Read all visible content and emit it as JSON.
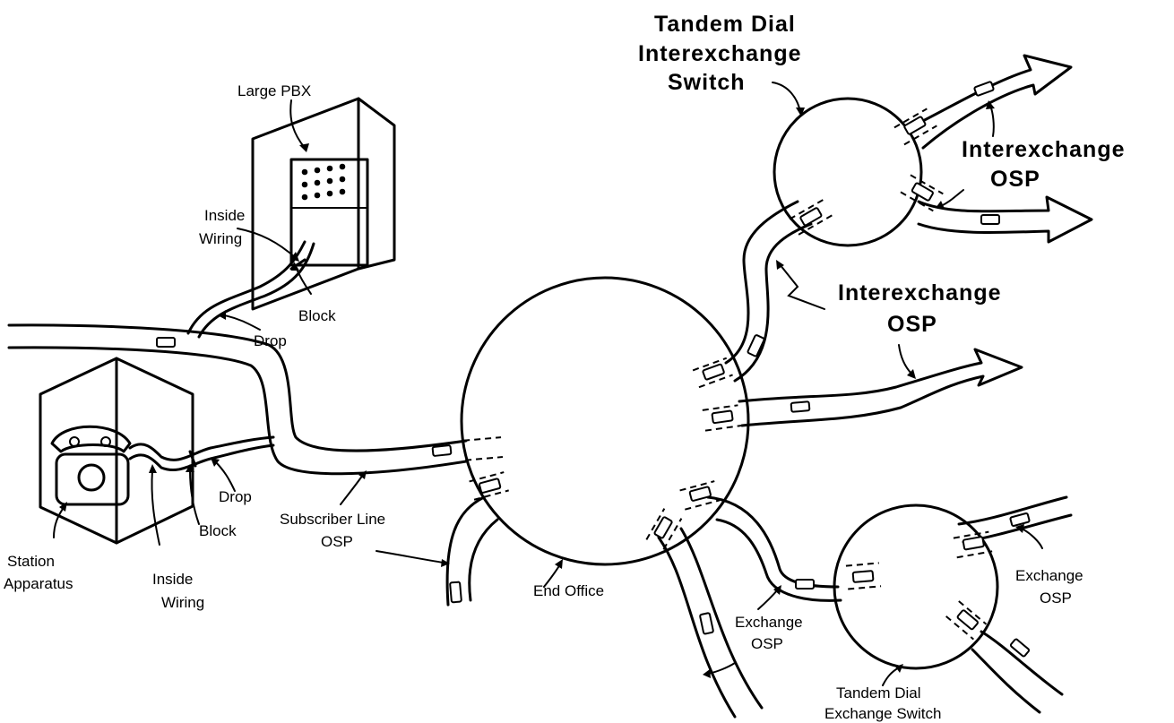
{
  "labels": {
    "tandem_interexchange_title": [
      "Tandem Dial",
      "Interexchange",
      "Switch"
    ],
    "large_pbx": "Large PBX",
    "inside_wiring_pbx": [
      "Inside",
      "Wiring"
    ],
    "block_pbx": "Block",
    "drop_pbx": "Drop",
    "interexchange_osp_upper": [
      "Interexchange",
      "OSP"
    ],
    "interexchange_osp_lower": [
      "Interexchange",
      "OSP"
    ],
    "station_apparatus": [
      "Station",
      "Apparatus"
    ],
    "inside_wiring_station": [
      "Inside",
      "Wiring"
    ],
    "block_station": "Block",
    "drop_station": "Drop",
    "subscriber_line_osp": [
      "Subscriber Line",
      "OSP"
    ],
    "end_office": "End Office",
    "exchange_osp_left": [
      "Exchange",
      "OSP"
    ],
    "exchange_osp_right": [
      "Exchange",
      "OSP"
    ],
    "tandem_exchange_switch": [
      "Tandem Dial",
      "Exchange Switch"
    ]
  }
}
